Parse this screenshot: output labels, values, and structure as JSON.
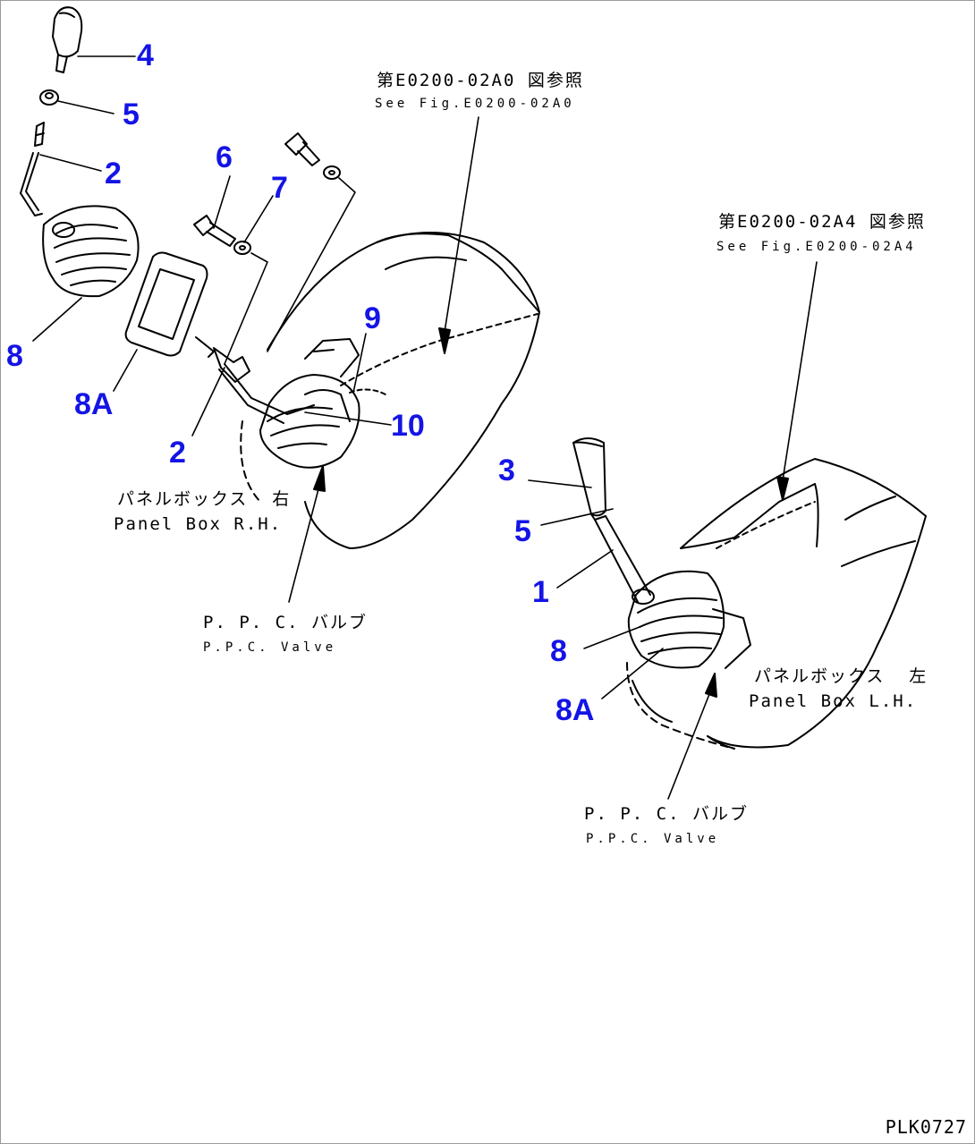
{
  "callouts": {
    "c1": "1",
    "c2a": "2",
    "c2b": "2",
    "c3": "3",
    "c4": "4",
    "c5a": "5",
    "c5b": "5",
    "c6": "6",
    "c7": "7",
    "c8a": "8",
    "c8b": "8",
    "c8Aa": "8A",
    "c8Ab": "8A",
    "c9": "9",
    "c10": "10"
  },
  "notes": {
    "ref_a0_jp": "第E0200-02A0 図参照",
    "ref_a0_en": "See Fig.E0200-02A0",
    "ref_a4_jp": "第E0200-02A4 図参照",
    "ref_a4_en": "See Fig.E0200-02A4",
    "panel_rh_jp": "パネルボックス  右",
    "panel_rh_en": "Panel Box R.H.",
    "panel_lh_jp": "パネルボックス  左",
    "panel_lh_en": "Panel Box L.H.",
    "ppc_jp": "P. P. C. バルブ",
    "ppc_en": "P.P.C. Valve",
    "ppc2_jp": "P. P. C. バルブ",
    "ppc2_en": "P.P.C. Valve"
  },
  "drawing_code": "PLK0727",
  "colors": {
    "callout": "#1414e6",
    "line": "#000000"
  }
}
